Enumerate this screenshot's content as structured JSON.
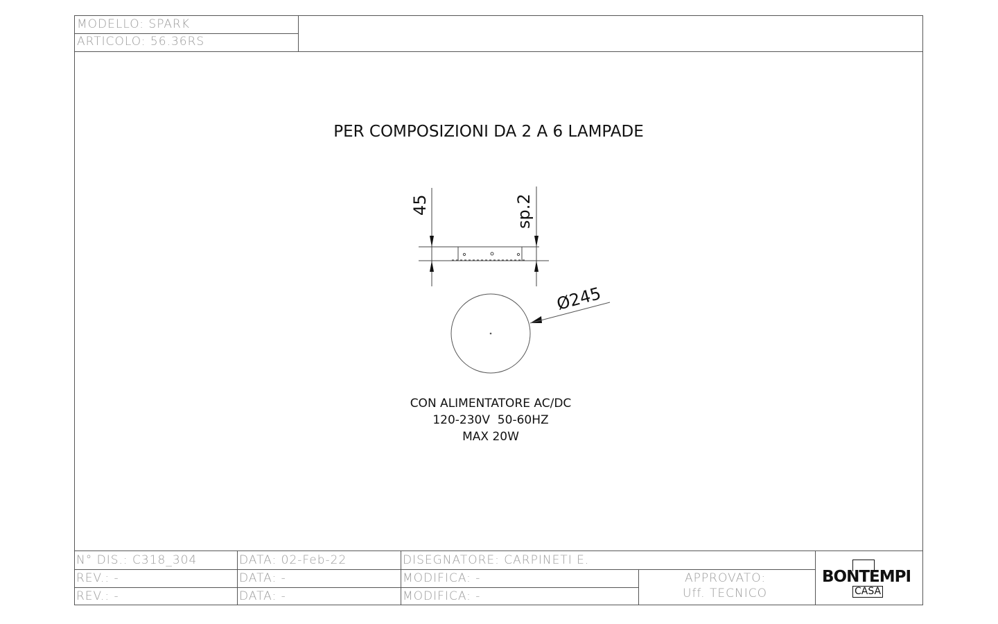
{
  "header": {
    "modello": "MODELLO:  SPARK",
    "articolo": "ARTICOLO: 56.36RS"
  },
  "drawing": {
    "title": "PER COMPOSIZIONI DA 2 A 6 LAMPADE",
    "dim_height": "45",
    "dim_thickness": "sp.2",
    "dim_diameter": "Ø245",
    "notes": [
      "CON ALIMENTATORE AC/DC",
      "120-230V  50-60HZ",
      "MAX 20W"
    ]
  },
  "title_block": {
    "n_dis": "N° DIS.:  C318_304",
    "data_1": "DATA:  02-Feb-22",
    "disegnatore": "DISEGNATORE:  CARPINETI  E.",
    "rev_1": "REV.:  -",
    "data_2": "DATA:  -",
    "modifica_1": "MODIFICA:  -",
    "rev_2": "REV.:  -",
    "data_3": "DATA:  -",
    "modifica_2": "MODIFICA:  -",
    "approvato": "APPROVATO:",
    "ufficio": "Uff.  TECNICO"
  },
  "logo": {
    "main": "BONTEMPI",
    "sub": "CASA"
  },
  "colors": {
    "line": "#555555",
    "cad_text": "#9a9a9a",
    "ink": "#111111"
  }
}
